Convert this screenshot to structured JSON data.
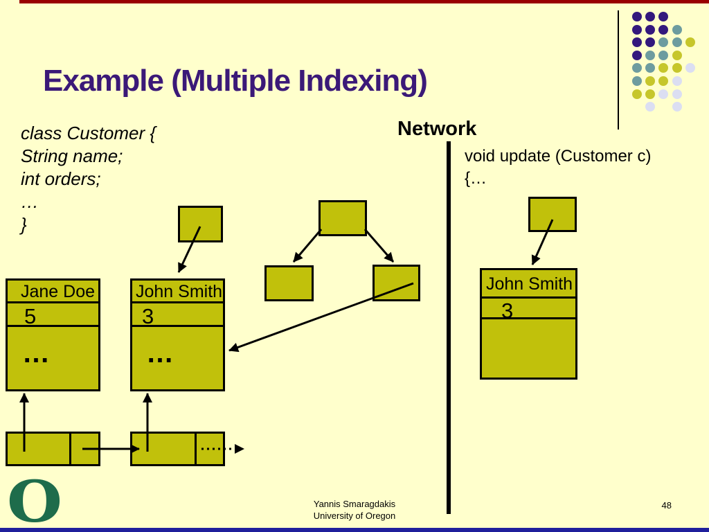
{
  "slide": {
    "title": "Example (Multiple Indexing)",
    "page_number": "48",
    "footer": {
      "line1": "Yannis Smaragdakis",
      "line2": "University of Oregon"
    },
    "logo_letter": "O"
  },
  "code_left": {
    "lines": [
      "class Customer {",
      "String name;",
      "int orders;",
      "…",
      "}"
    ]
  },
  "network": {
    "label": "Network",
    "code_line1": "void update (Customer c)",
    "code_line2": "{…"
  },
  "records": [
    {
      "name": "Jane Doe",
      "orders": "5",
      "body": "…"
    },
    {
      "name": "John Smith",
      "orders": "3",
      "body": "…"
    },
    {
      "name": "John Smith",
      "orders": "3",
      "body": ""
    }
  ],
  "colors": {
    "background": "#FFFFCC",
    "box_fill": "#C1C10B",
    "title": "#3B1978",
    "top_line": "#990000",
    "bottom_line": "#1F1F9C",
    "logo_green": "#1E6C4B"
  },
  "decoration": {
    "dot_colors": {
      "p": "#33187D",
      "t": "#6D9C9F",
      "y": "#C6C62B",
      "l": "#DBDEF2"
    },
    "dot_rows": [
      [
        {
          "c": 0,
          "k": "p"
        },
        {
          "c": 1,
          "k": "p"
        },
        {
          "c": 2,
          "k": "p"
        }
      ],
      [
        {
          "c": 0,
          "k": "p"
        },
        {
          "c": 1,
          "k": "p"
        },
        {
          "c": 2,
          "k": "p"
        },
        {
          "c": 3,
          "k": "t"
        }
      ],
      [
        {
          "c": 0,
          "k": "p"
        },
        {
          "c": 1,
          "k": "p"
        },
        {
          "c": 2,
          "k": "t"
        },
        {
          "c": 3,
          "k": "t"
        },
        {
          "c": 4,
          "k": "y"
        }
      ],
      [
        {
          "c": 0,
          "k": "p"
        },
        {
          "c": 1,
          "k": "t"
        },
        {
          "c": 2,
          "k": "t"
        },
        {
          "c": 3,
          "k": "y"
        }
      ],
      [
        {
          "c": 0,
          "k": "t"
        },
        {
          "c": 1,
          "k": "t"
        },
        {
          "c": 2,
          "k": "y"
        },
        {
          "c": 3,
          "k": "y"
        },
        {
          "c": 4,
          "k": "l"
        }
      ],
      [
        {
          "c": 0,
          "k": "t"
        },
        {
          "c": 1,
          "k": "y"
        },
        {
          "c": 2,
          "k": "y"
        },
        {
          "c": 3,
          "k": "l"
        }
      ],
      [
        {
          "c": 0,
          "k": "y"
        },
        {
          "c": 1,
          "k": "y"
        },
        {
          "c": 2,
          "k": "l"
        },
        {
          "c": 3,
          "k": "l"
        }
      ],
      [
        {
          "c": 1,
          "k": "l"
        },
        {
          "c": 3,
          "k": "l"
        }
      ]
    ]
  }
}
